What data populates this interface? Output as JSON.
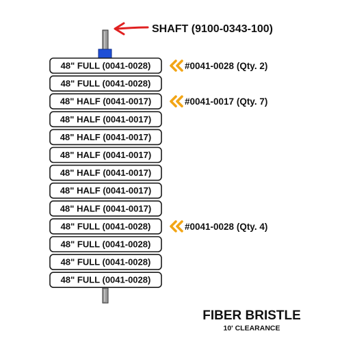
{
  "shaft": {
    "label": "SHAFT (9100-0343-100)",
    "hub_color": "#1f4fd6",
    "arrow_color": "#e02020"
  },
  "segments": [
    "48\" FULL (0041-0028)",
    "48\" FULL (0041-0028)",
    "48\" HALF (0041-0017)",
    "48\" HALF (0041-0017)",
    "48\" HALF (0041-0017)",
    "48\" HALF (0041-0017)",
    "48\" HALF (0041-0017)",
    "48\" HALF (0041-0017)",
    "48\" HALF (0041-0017)",
    "48\" FULL (0041-0028)",
    "48\" FULL (0041-0028)",
    "48\" FULL (0041-0028)",
    "48\" FULL (0041-0028)"
  ],
  "callouts": [
    {
      "segment_index": 0,
      "text": "#0041-0028 (Qty. 2)",
      "icon": "double-chevron-left-icon"
    },
    {
      "segment_index": 2,
      "text": "#0041-0017 (Qty. 7)",
      "icon": "double-chevron-left-icon"
    },
    {
      "segment_index": 9,
      "text": "#0041-0028 (Qty. 4)",
      "icon": "double-chevron-left-icon"
    }
  ],
  "callout_color": "#f2a516",
  "title": "FIBER BRISTLE",
  "subtitle": "10' CLEARANCE"
}
